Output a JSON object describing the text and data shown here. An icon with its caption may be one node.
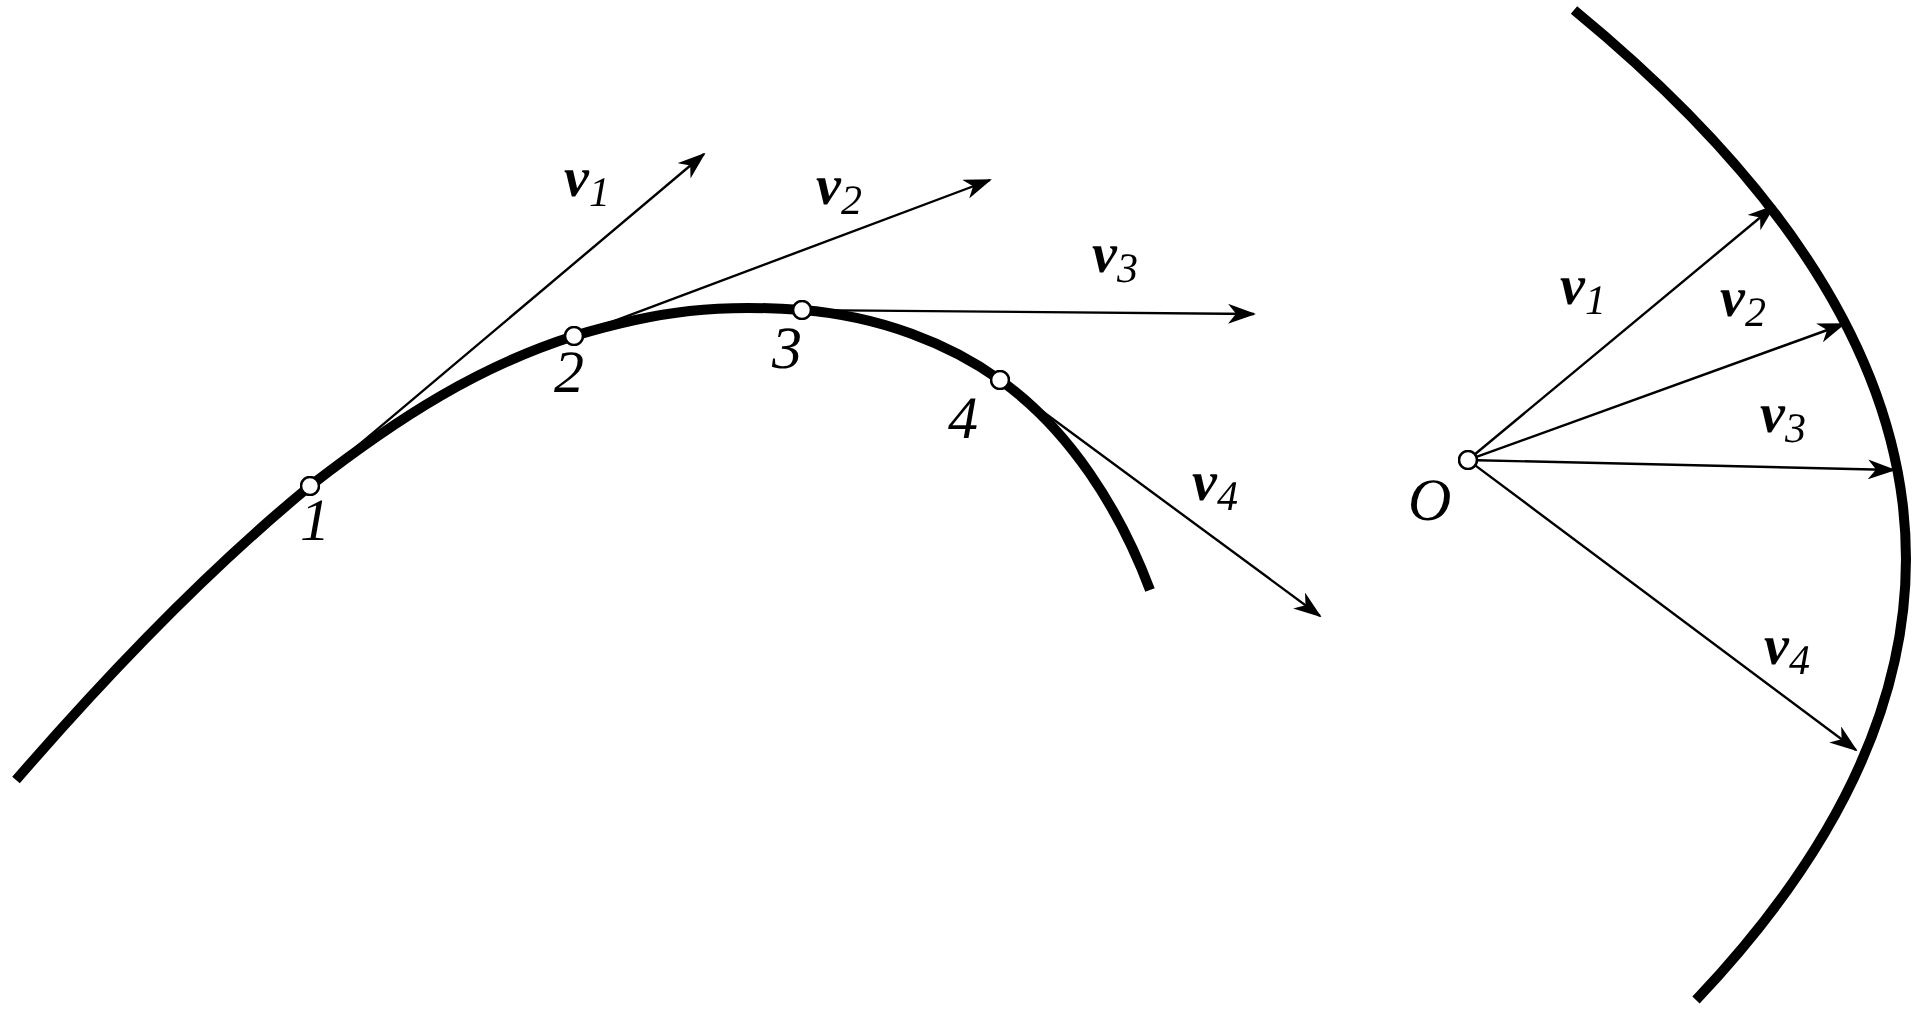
{
  "diagram": {
    "nodes": [
      {
        "text": [],
        "shape": "circle",
        "beside": [
          "1"
        ]
      },
      {
        "text": [],
        "shape": "circle",
        "beside": [
          "2"
        ]
      },
      {
        "text": [],
        "shape": "circle",
        "beside": [
          "3"
        ]
      },
      {
        "text": [],
        "shape": "circle",
        "beside": [
          "4"
        ]
      },
      {
        "text": [],
        "shape": "circle",
        "beside": [
          "O"
        ]
      }
    ],
    "edges": [
      {
        "from": 0,
        "to": null,
        "arrow": "to",
        "label": "**v**$_{1}$"
      },
      {
        "from": 1,
        "to": null,
        "arrow": "to",
        "label": "**v**$_{2}$"
      },
      {
        "from": 2,
        "to": null,
        "arrow": "to",
        "label": "**v**$_{3}$"
      },
      {
        "from": 3,
        "to": null,
        "arrow": "to",
        "label": "**v**$_{4}$"
      },
      {
        "from": 4,
        "to": null,
        "arrow": "to",
        "label": "**v**$_{1}$"
      },
      {
        "from": 4,
        "to": null,
        "arrow": "to",
        "label": "**v**$_{2}$"
      },
      {
        "from": 4,
        "to": null,
        "arrow": "to",
        "label": "**v**$_{3}$"
      },
      {
        "from": 4,
        "to": null,
        "arrow": "to",
        "label": "**v**$_{4}$"
      }
    ]
  }
}
